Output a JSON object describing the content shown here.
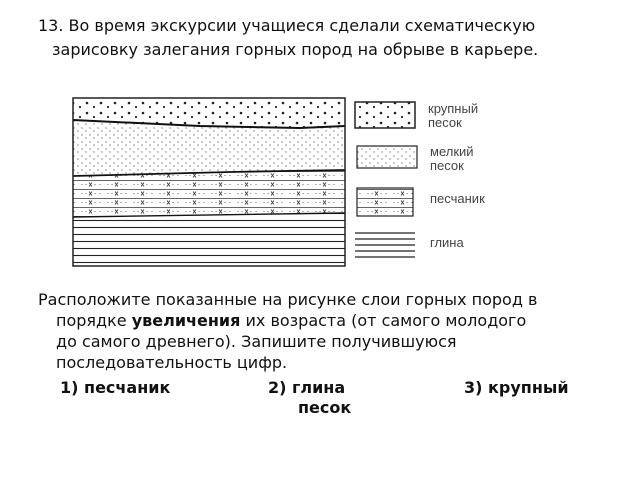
{
  "question": {
    "line1": "13. Во время экскурсии учащиеся сделали схематическую",
    "line2": "зарисовку залегания горных пород на обрыве в карьере."
  },
  "legend": {
    "coarse_sand_1": "крупный",
    "coarse_sand_2": "песок",
    "fine_sand_1": "мелкий",
    "fine_sand_2": "песок",
    "sandstone": "песчаник",
    "clay": "глина"
  },
  "task": {
    "line1": "Расположите показанные на рисунке слои горных пород в",
    "line2_pre": "порядке ",
    "line2_bold": "увеличения",
    "line2_post": " их возраста (от самого молодого",
    "line3": "до самого древнего). Запишите получившуюся",
    "line4": "последовательность цифр."
  },
  "options": {
    "opt1": "1) песчаник",
    "opt2": "2) глина",
    "opt3_1": "3) крупный",
    "opt3_2": "песок"
  }
}
